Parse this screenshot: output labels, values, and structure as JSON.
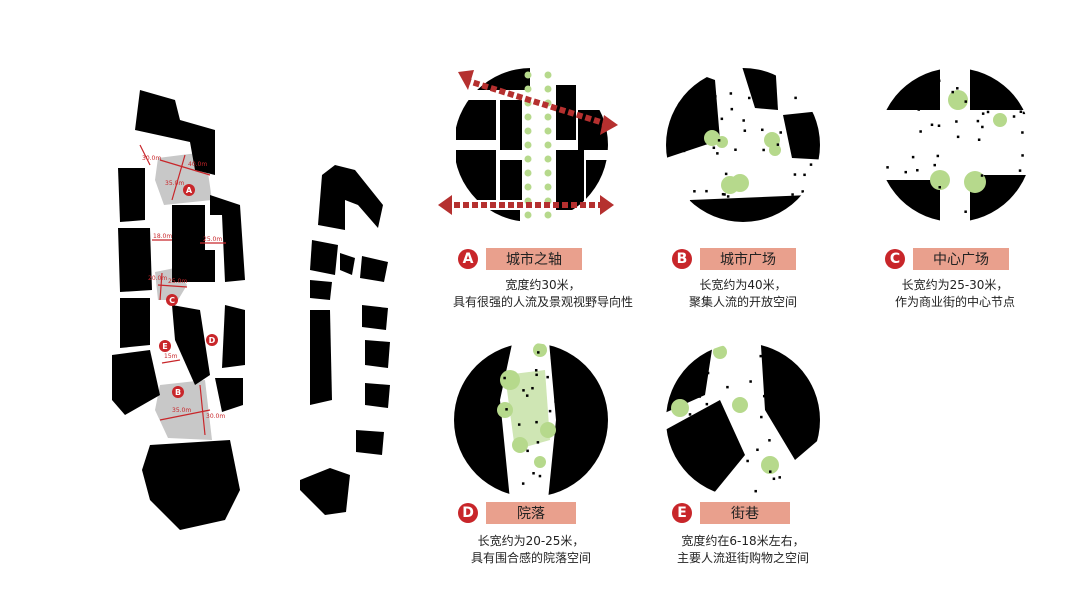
{
  "colors": {
    "badge": "#c8262a",
    "label_bg": "#e9a08d",
    "green": "#b6d98c",
    "arrow": "#b5302f",
    "gray": "#c8c8c8",
    "building": "#000000"
  },
  "plan": {
    "markers": [
      "A",
      "B",
      "C",
      "D",
      "E"
    ],
    "dimensions": [
      "30.0m",
      "40.0m",
      "35.0m",
      "18.0m",
      "25.0m",
      "25.0m",
      "20.0m",
      "15m",
      "35.0m",
      "30.0m"
    ]
  },
  "spaces": [
    {
      "letter": "A",
      "title": "城市之轴",
      "lines": [
        "宽度约30米，",
        "具有很强的人流及景观视野导向性"
      ]
    },
    {
      "letter": "B",
      "title": "城市广场",
      "lines": [
        "长宽约为40米，",
        "聚集人流的开放空间"
      ]
    },
    {
      "letter": "C",
      "title": "中心广场",
      "lines": [
        "长宽约为25-30米，",
        "作为商业街的中心节点"
      ]
    },
    {
      "letter": "D",
      "title": "院落",
      "lines": [
        "长宽约为20-25米，",
        "具有围合感的院落空间"
      ]
    },
    {
      "letter": "E",
      "title": "街巷",
      "lines": [
        "宽度约在6-18米左右，",
        "主要人流逛街购物之空间"
      ]
    }
  ]
}
